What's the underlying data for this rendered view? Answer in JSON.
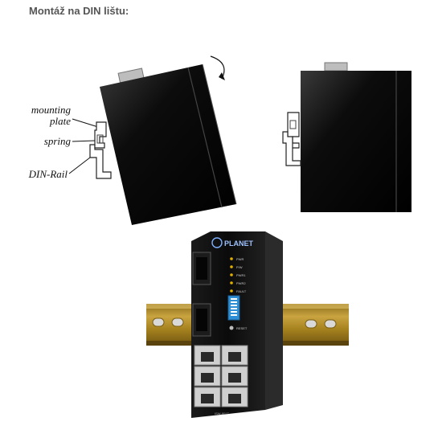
{
  "header": {
    "title": "Montáž na DIN lištu:"
  },
  "callouts": {
    "mounting_plate_line1": "mounting",
    "mounting_plate_line2": "plate",
    "spring": "spring",
    "din_rail": "DIN-Rail"
  },
  "device": {
    "brand": "PLANET",
    "model": "ISW-801T",
    "leds": [
      "PWR",
      "P/W",
      "PWR1",
      "PWR2",
      "FAULT"
    ],
    "reset_label": "RESET"
  },
  "colors": {
    "device_body": "#111111",
    "rail": "#b08a2a",
    "rail_shadow": "#6e5410",
    "led_amber": "#e0b000",
    "dip_switch": "#2f8fd6"
  }
}
